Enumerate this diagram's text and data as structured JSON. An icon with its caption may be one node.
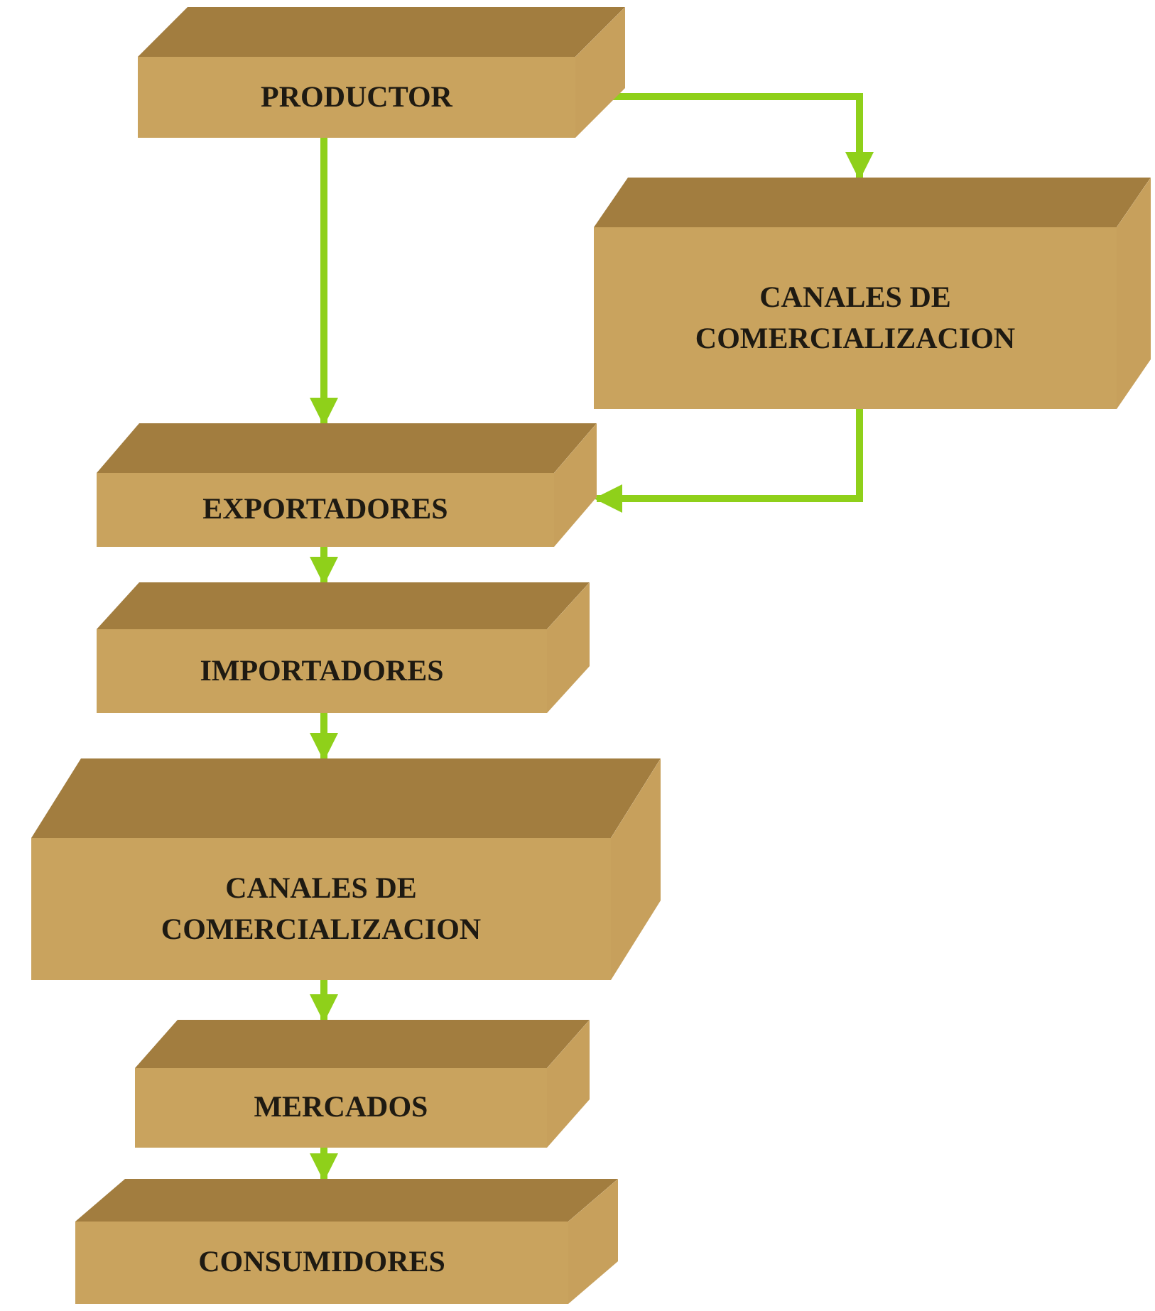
{
  "diagram": {
    "nodes": [
      {
        "text": [
          "PRODUCTOR"
        ]
      },
      {
        "text": [
          "CANALES DE COMERCIALIZACION"
        ]
      },
      {
        "text": [
          "EXPORTADORES"
        ]
      },
      {
        "text": [
          "IMPORTADORES"
        ]
      },
      {
        "text": [
          "CANALES DE COMERCIALIZACION"
        ]
      },
      {
        "text": [
          "MERCADOS"
        ]
      },
      {
        "text": [
          "CONSUMIDORES"
        ]
      }
    ],
    "edges": [
      {
        "from": 0,
        "to": 1,
        "arrow": "to"
      },
      {
        "from": 0,
        "to": 2,
        "arrow": "to"
      },
      {
        "from": 1,
        "to": 2,
        "arrow": "to"
      },
      {
        "from": 2,
        "to": 3,
        "arrow": "to"
      },
      {
        "from": 3,
        "to": 4,
        "arrow": "to"
      },
      {
        "from": 4,
        "to": 5,
        "arrow": "to"
      },
      {
        "from": 5,
        "to": 6,
        "arrow": "to"
      }
    ]
  }
}
